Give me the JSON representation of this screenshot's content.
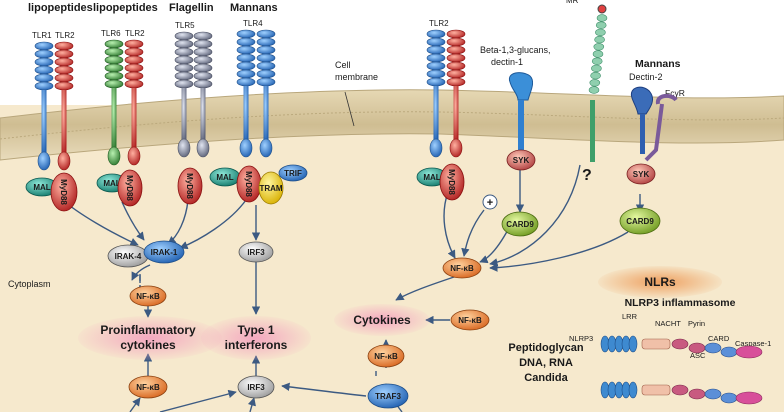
{
  "ligands": {
    "lipopeptides_1": "lipopeptides",
    "lipopeptides_2": "lipopeptides",
    "flagellin": "Flagellin",
    "mannans_tlr": "Mannans",
    "beta_glucans": "Beta-1,3-glucans,",
    "dectin1": "dectin-1",
    "mannans_dectin": "Mannans",
    "dectin2": "Dectin-2",
    "fcyr": "FcγR",
    "mr": "MR"
  },
  "receptors": {
    "tlr1": "TLR1",
    "tlr2a": "TLR2",
    "tlr6": "TLR6",
    "tlr2b": "TLR2",
    "tlr5": "TLR5",
    "tlr4": "TLR4",
    "tlr2c": "TLR2"
  },
  "membrane": {
    "line1": "Cell",
    "line2": "membrane"
  },
  "adaptors": {
    "mal1": "MAL",
    "myd88_1": "MyD88",
    "mal2": "MAL",
    "myd88_2": "MyD88",
    "myd88_3": "MyD88",
    "mal4": "MAL",
    "myd88_4": "MyD88",
    "tram": "TRAM",
    "trif": "TRIF",
    "mal5": "MAL",
    "myd88_5": "MyD88",
    "syk1": "SYK",
    "syk2": "SYK",
    "card9a": "CARD9",
    "card9b": "CARD9",
    "plus": "+",
    "question": "?"
  },
  "signaling": {
    "irak4": "IRAK-4",
    "irak1": "IRAK-1",
    "irf3_top": "IRF3",
    "nfkb_left": "NF-κB",
    "nfkb_right": "NF-κB",
    "nfkb_mid": "NF-κB",
    "nfkb_side": "NF-κB",
    "nfkb_bottom": "NF-κB",
    "irf3_bottom": "IRF3",
    "traf3": "TRAF3"
  },
  "outputs": {
    "proinflam_1": "Proinflammatory",
    "proinflam_2": "cytokines",
    "type1_1": "Type 1",
    "type1_2": "interferons",
    "cytokines": "Cytokines"
  },
  "cytoplasm": "Cytoplasm",
  "nlr": {
    "title": "NLRs",
    "subtitle": "NLRP3 inflammasome",
    "ligand1": "Peptidoglycan",
    "ligand2": "DNA, RNA",
    "ligand3": "Candida",
    "nlrp3": "NLRP3",
    "lrr": "LRR",
    "nacht": "NACHT",
    "pyrin": "Pyrin",
    "card": "CARD",
    "asc": "ASC",
    "caspase1": "Caspase-1"
  },
  "colors": {
    "background": "#f6e9cd",
    "membrane": "#d8c79f",
    "blue_receptor": "#2f7fd0",
    "red_receptor": "#d84040",
    "green_receptor": "#4c9a4c",
    "gray_receptor": "#8d93a8",
    "mal": "#1d9a8a",
    "myd88": "#d9423a",
    "tram": "#f0d020",
    "trif": "#2f7fd0",
    "nfkb": "#e9843a",
    "irf": "#a8a8a8",
    "card9": "#9ac43a",
    "syk": "#c0504d",
    "traf3": "#2f7fd0",
    "highlight": "#f7c6d2",
    "nlr_glow": "#f1b26b"
  }
}
